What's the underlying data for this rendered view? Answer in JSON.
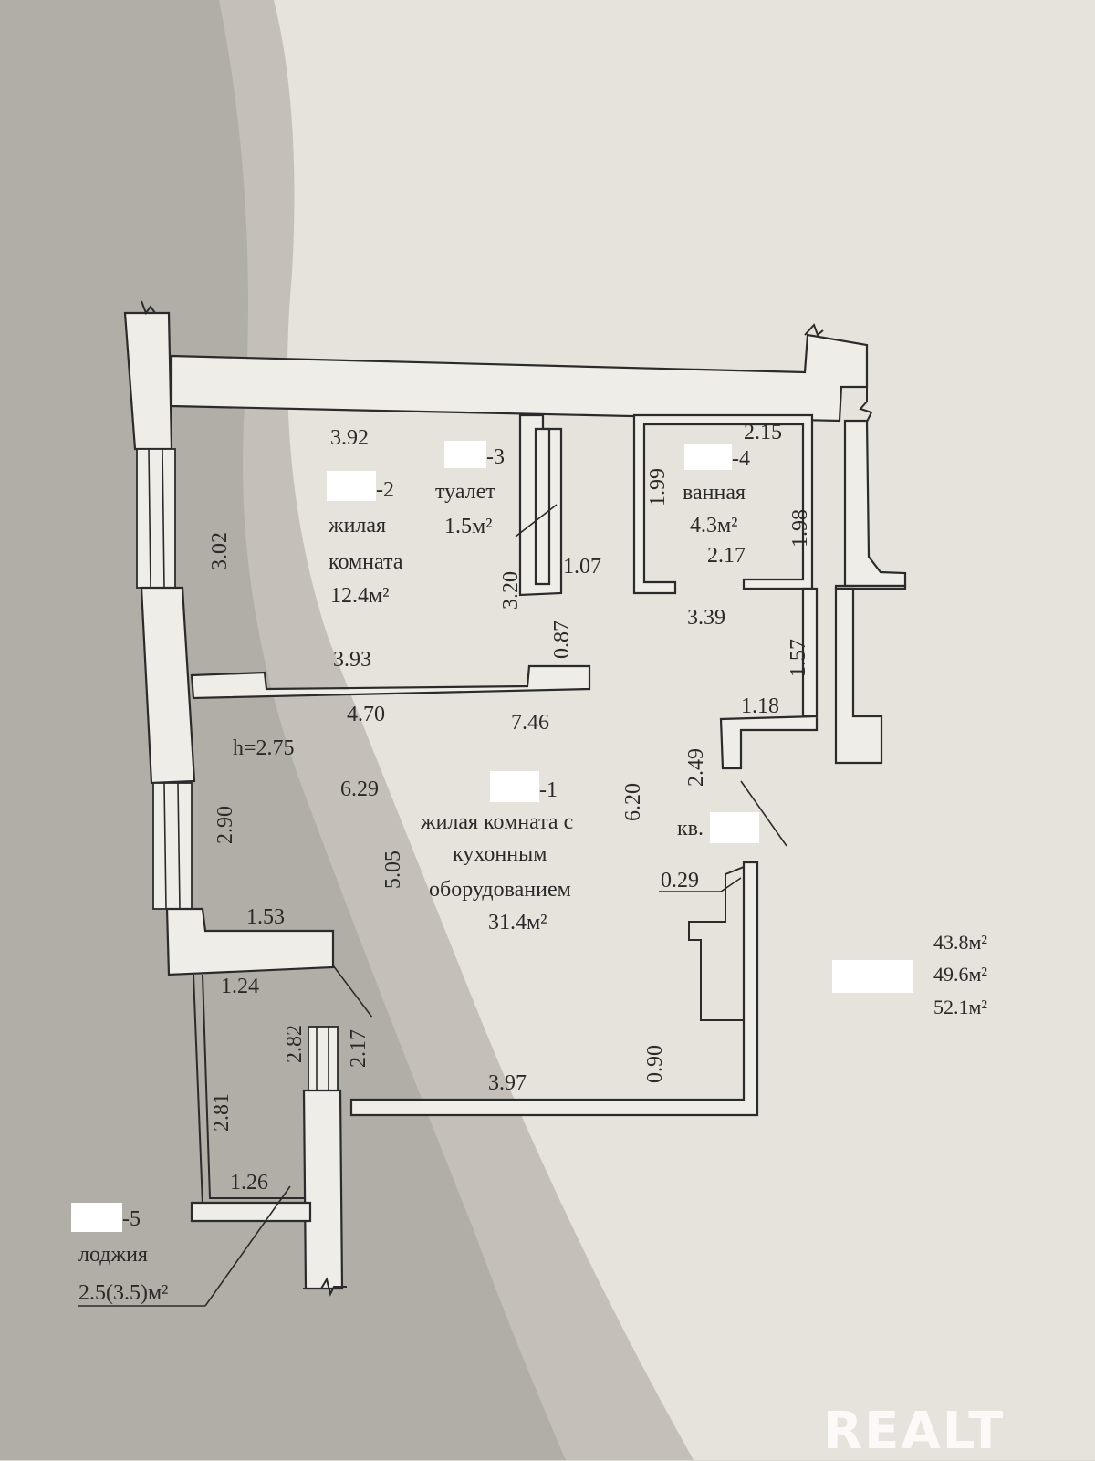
{
  "rooms": {
    "r1": {
      "num": "-1",
      "name_1": "жилая комната с",
      "name_2": "кухонным",
      "name_3": "оборудованием",
      "area": "31.4м²"
    },
    "r2": {
      "num": "-2",
      "name_1": "жилая",
      "name_2": "комната",
      "area": "12.4м²"
    },
    "r3": {
      "num": "-3",
      "name": "туалет",
      "area": "1.5м²"
    },
    "r4": {
      "num": "-4",
      "name": "ванная",
      "area": "4.3м²"
    },
    "r5": {
      "num": "-5",
      "name": "лоджия",
      "area": "2.5(3.5)м²"
    }
  },
  "apartment_label": "кв.",
  "ceiling_height": "h=2.75",
  "dimensions": {
    "d392": "3.92",
    "d302": "3.02",
    "d393": "3.93",
    "d320": "3.20",
    "d107": "1.07",
    "d199": "1.99",
    "d215": "2.15",
    "d198": "1.98",
    "d217a": "2.17",
    "d339": "3.39",
    "d087": "0.87",
    "d157": "1.57",
    "d118": "1.18",
    "d470": "4.70",
    "d746": "7.46",
    "d629": "6.29",
    "d620": "6.20",
    "d249": "2.49",
    "d290": "2.90",
    "d505": "5.05",
    "d029": "0.29",
    "d153": "1.53",
    "d124": "1.24",
    "d217b": "2.17",
    "d282": "2.82",
    "d281": "2.81",
    "d397": "3.97",
    "d090": "0.90",
    "d126": "1.26"
  },
  "totals": [
    "43.8м²",
    "49.6м²",
    "52.1м²"
  ],
  "watermark": "REALT"
}
